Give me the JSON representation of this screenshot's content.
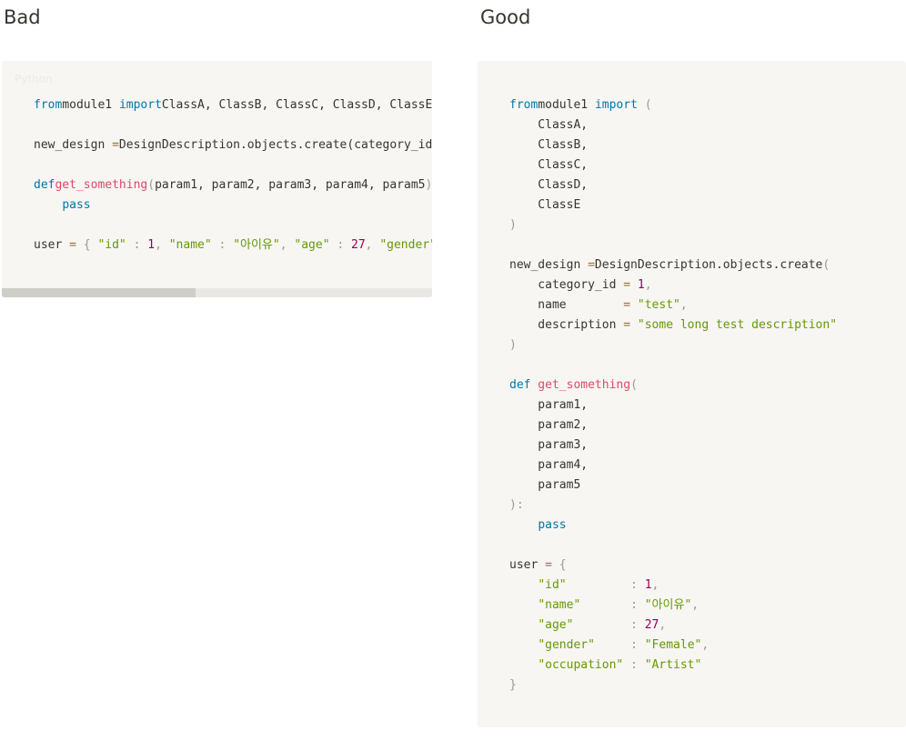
{
  "headings": {
    "bad": "Bad",
    "good": "Good"
  },
  "bad_block": {
    "language": "Python",
    "scroll_fraction": 0.45,
    "lines": [
      [
        [
          "kw",
          "from"
        ],
        [
          "",
          "module1 "
        ],
        [
          "kw",
          "import"
        ],
        [
          "",
          "ClassA, ClassB, ClassC, ClassD, ClassE"
        ]
      ],
      [],
      [
        [
          "",
          "new_design "
        ],
        [
          "op",
          "="
        ],
        [
          "",
          "DesignDescription.objects.create(category_id = 1, name = \"test\", description = \"some long test description\")"
        ]
      ],
      [],
      [
        [
          "kw",
          "def"
        ],
        [
          "fn",
          "get_something"
        ],
        [
          "pn",
          "("
        ],
        [
          "",
          "param1, param2, param3, param4, param5"
        ],
        [
          "pn",
          "):"
        ]
      ],
      [
        [
          "",
          "    "
        ],
        [
          "kw",
          "pass"
        ]
      ],
      [],
      [
        [
          "",
          "user "
        ],
        [
          "op",
          "="
        ],
        [
          "pn",
          " { "
        ],
        [
          "st",
          "\"id\""
        ],
        [
          "pn",
          " : "
        ],
        [
          "nm",
          "1"
        ],
        [
          "pn",
          ", "
        ],
        [
          "st",
          "\"name\""
        ],
        [
          "pn",
          " : "
        ],
        [
          "st",
          "\"아이유\""
        ],
        [
          "pn",
          ", "
        ],
        [
          "st",
          "\"age\""
        ],
        [
          "pn",
          " : "
        ],
        [
          "nm",
          "27"
        ],
        [
          "pn",
          ", "
        ],
        [
          "st",
          "\"gender\""
        ],
        [
          "pn",
          " : "
        ],
        [
          "st",
          "\"Female\""
        ],
        [
          "pn",
          " }"
        ]
      ]
    ]
  },
  "good_block": {
    "lines": [
      [
        [
          "kw",
          "from"
        ],
        [
          "",
          "module1 "
        ],
        [
          "kw",
          "import"
        ],
        [
          "pn",
          " ("
        ]
      ],
      [
        [
          "",
          "    ClassA,"
        ]
      ],
      [
        [
          "",
          "    ClassB,"
        ]
      ],
      [
        [
          "",
          "    ClassC,"
        ]
      ],
      [
        [
          "",
          "    ClassD,"
        ]
      ],
      [
        [
          "",
          "    ClassE"
        ]
      ],
      [
        [
          "pn",
          ")"
        ]
      ],
      [],
      [
        [
          "",
          "new_design "
        ],
        [
          "op",
          "="
        ],
        [
          "",
          "DesignDescription.objects.create"
        ],
        [
          "pn",
          "("
        ]
      ],
      [
        [
          "",
          "    category_id "
        ],
        [
          "op",
          "="
        ],
        [
          "nm",
          " 1"
        ],
        [
          "pn",
          ","
        ]
      ],
      [
        [
          "",
          "    name        "
        ],
        [
          "op",
          "="
        ],
        [
          "st",
          " \"test\""
        ],
        [
          "pn",
          ","
        ]
      ],
      [
        [
          "",
          "    description "
        ],
        [
          "op",
          "="
        ],
        [
          "st",
          " \"some long test description\""
        ]
      ],
      [
        [
          "pn",
          ")"
        ]
      ],
      [],
      [
        [
          "kw",
          "def"
        ],
        [
          "fn",
          " get_something"
        ],
        [
          "pn",
          "("
        ]
      ],
      [
        [
          "",
          "    param1,"
        ]
      ],
      [
        [
          "",
          "    param2,"
        ]
      ],
      [
        [
          "",
          "    param3,"
        ]
      ],
      [
        [
          "",
          "    param4,"
        ]
      ],
      [
        [
          "",
          "    param5"
        ]
      ],
      [
        [
          "pn",
          "):"
        ]
      ],
      [
        [
          "",
          "    "
        ],
        [
          "kw",
          "pass"
        ]
      ],
      [],
      [
        [
          "",
          "user "
        ],
        [
          "op",
          "="
        ],
        [
          "pn",
          " {"
        ]
      ],
      [
        [
          "",
          "    "
        ],
        [
          "st",
          "\"id\""
        ],
        [
          "pn",
          "         : "
        ],
        [
          "nm",
          "1"
        ],
        [
          "pn",
          ","
        ]
      ],
      [
        [
          "",
          "    "
        ],
        [
          "st",
          "\"name\""
        ],
        [
          "pn",
          "       : "
        ],
        [
          "st",
          "\"아이유\""
        ],
        [
          "pn",
          ","
        ]
      ],
      [
        [
          "",
          "    "
        ],
        [
          "st",
          "\"age\""
        ],
        [
          "pn",
          "        : "
        ],
        [
          "nm",
          "27"
        ],
        [
          "pn",
          ","
        ]
      ],
      [
        [
          "",
          "    "
        ],
        [
          "st",
          "\"gender\""
        ],
        [
          "pn",
          "     : "
        ],
        [
          "st",
          "\"Female\""
        ],
        [
          "pn",
          ","
        ]
      ],
      [
        [
          "",
          "    "
        ],
        [
          "st",
          "\"occupation\""
        ],
        [
          "pn",
          " : "
        ],
        [
          "st",
          "\"Artist\""
        ]
      ],
      [
        [
          "pn",
          "}"
        ]
      ]
    ]
  }
}
